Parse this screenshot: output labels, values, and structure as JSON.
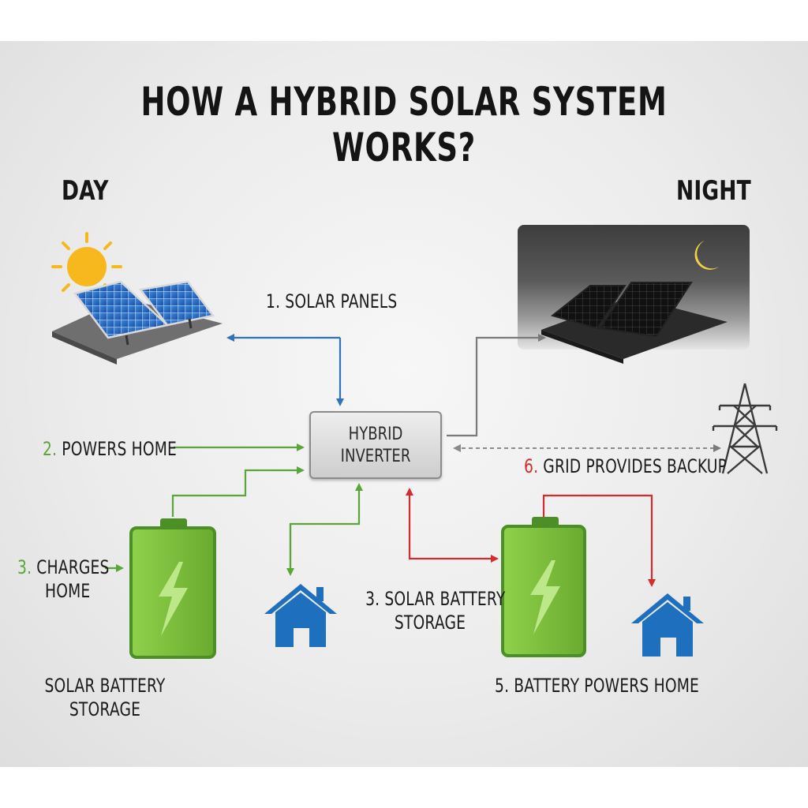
{
  "title": "HOW A HYBRID SOLAR SYSTEM WORKS?",
  "day_label": "DAY",
  "night_label": "NIGHT",
  "inverter": {
    "label": "HYBRID\nINVERTER"
  },
  "steps": {
    "solar_panels": "1. SOLAR PANELS",
    "powers_home_num": "2.",
    "powers_home_text": " POWERS HOME",
    "charges_num": "3.",
    "charges_text": " CHARGES",
    "charges_text2": "HOME",
    "battery_storage_day_1": "SOLAR BATTERY",
    "battery_storage_day_2": "STORAGE",
    "battery_storage_night_1": "3. SOLAR BATTERY",
    "battery_storage_night_2": "STORAGE",
    "battery_powers_home": "5. BATTERY POWERS HOME",
    "grid_num": "6.",
    "grid_text": " GRID PROVIDES BACKUP"
  },
  "colors": {
    "solar_flow": "#2f73b9",
    "charge_flow": "#5aa63a",
    "battery_flow": "#d22c2c",
    "night_flow": "#7a7a7a",
    "grid_flow": "#8a8a8a",
    "battery_fill": "#7cbf3b",
    "house": "#1f6fbf"
  },
  "icons": [
    "sun-icon",
    "solar-panel-icon",
    "moon-icon",
    "battery-icon",
    "lightning-icon",
    "house-icon",
    "power-tower-icon"
  ]
}
